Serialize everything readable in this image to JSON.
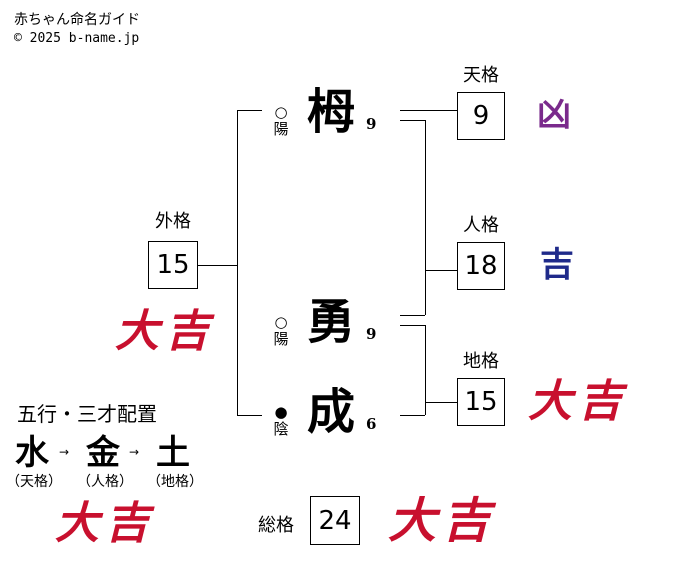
{
  "header": {
    "title": "赤ちゃん命名ガイド",
    "copyright": "© 2025 b-name.jp"
  },
  "name_chars": [
    {
      "char": "栂",
      "strokes": "9",
      "yinyang_mark": "○",
      "yinyang": "陽"
    },
    {
      "char": "勇",
      "strokes": "9",
      "yinyang_mark": "○",
      "yinyang": "陽"
    },
    {
      "char": "成",
      "strokes": "6",
      "yinyang_mark": "●",
      "yinyang": "陰"
    }
  ],
  "kaku": {
    "tenkaku": {
      "label": "天格",
      "value": "9",
      "fortune": "凶",
      "color": "#7a2a8c"
    },
    "jinkaku": {
      "label": "人格",
      "value": "18",
      "fortune": "吉",
      "color": "#1f2a8a"
    },
    "chikaku": {
      "label": "地格",
      "value": "15",
      "fortune": "大吉",
      "color": "#c8102e"
    },
    "gaikaku": {
      "label": "外格",
      "value": "15",
      "fortune": "大吉",
      "color": "#c8102e"
    },
    "soukaku": {
      "label": "総格",
      "value": "24",
      "fortune": "大吉",
      "color": "#c8102e"
    }
  },
  "gogyo": {
    "title": "五行・三才配置",
    "arrow": "→",
    "elements": [
      {
        "char": "水",
        "label": "（天格）"
      },
      {
        "char": "金",
        "label": "（人格）"
      },
      {
        "char": "土",
        "label": "（地格）"
      }
    ],
    "fortune": "大吉",
    "color": "#c8102e"
  }
}
